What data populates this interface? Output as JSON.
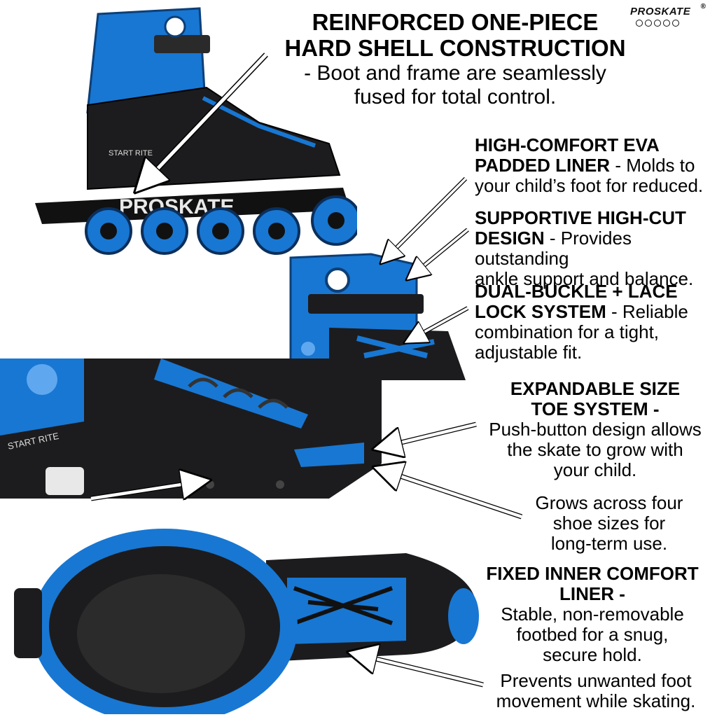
{
  "brand": {
    "logo_text": "PROSKATE",
    "registered_mark": "®"
  },
  "product_marks": {
    "side_text_1": "START RITE",
    "side_text_2": "START RITE",
    "frame_text": "PROSKATE"
  },
  "features": [
    {
      "heading": "REINFORCED ONE-PIECE HARD SHELL CONSTRUCTION",
      "heading_line1": "REINFORCED ONE-PIECE",
      "heading_line2": "HARD SHELL CONSTRUCTION",
      "body": "- Boot and frame are seamlessly fused for total control.",
      "body_line1": "- Boot and frame are seamlessly",
      "body_line2": "fused for total control."
    },
    {
      "heading_line1": "HIGH-COMFORT EVA",
      "heading_line2": "PADDED LINER",
      "body_tail": " - Molds to",
      "body_line3": "your child’s foot for reduced."
    },
    {
      "heading_line1": "SUPPORTIVE HIGH-CUT",
      "heading_line2": "DESIGN",
      "body_tail": " - Provides outstanding",
      "body_line3": "ankle support and balance."
    },
    {
      "heading_line1": "DUAL-BUCKLE + LACE",
      "heading_line2": "LOCK SYSTEM",
      "body_tail": " - Reliable",
      "body_line3": "combination for a tight,",
      "body_line4": "adjustable fit."
    },
    {
      "heading_line1": "EXPANDABLE SIZE",
      "heading_line2": "TOE SYSTEM -",
      "body_line1": "Push-button design allows",
      "body_line2": "the skate to grow with",
      "body_line3": "your child."
    },
    {
      "body_line1": "Grows across four",
      "body_line2": "shoe sizes for",
      "body_line3": "long-term use."
    },
    {
      "heading_line1": "FIXED INNER COMFORT",
      "heading_line2": "LINER -",
      "body_line1": "Stable, non-removable",
      "body_line2": "footbed for a snug,",
      "body_line3": "secure hold."
    },
    {
      "body_line1": "Prevents unwanted foot",
      "body_line2": "movement while skating."
    }
  ],
  "colors": {
    "accent_blue": "#1877d2",
    "boot_black": "#1c1c1e",
    "text": "#000000"
  }
}
